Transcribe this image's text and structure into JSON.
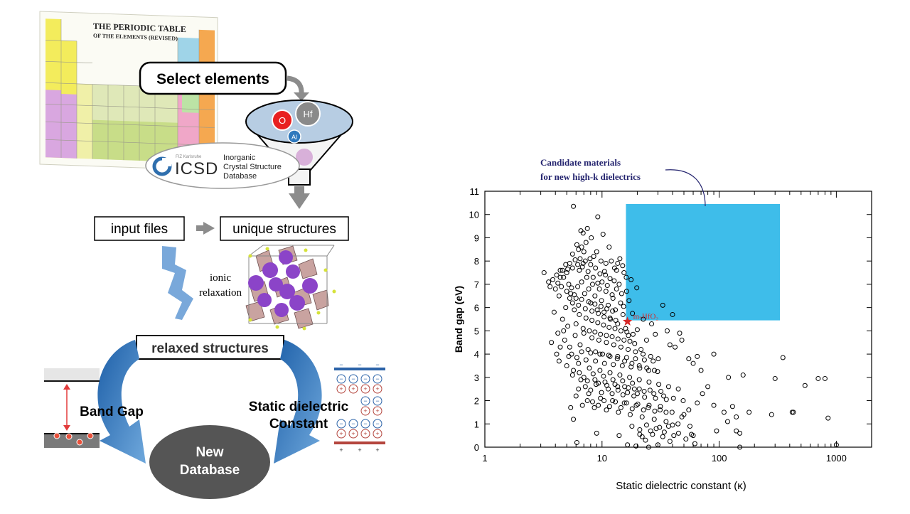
{
  "workflow": {
    "periodic_table_title": "THE PERIODIC TABLE",
    "periodic_table_subtitle": "OF THE ELEMENTS (REVISED)",
    "select_elements": "Select elements",
    "elements": {
      "o": "O",
      "hf": "Hf",
      "al": "Al"
    },
    "icsd_org": "FIZ Karlsruhe",
    "icsd_logo_text": "ICSD",
    "icsd_name": [
      "Inorganic",
      "Crystal Structure",
      "Database"
    ],
    "input_files": "input files",
    "unique_structures": "unique structures",
    "ionic_relaxation": [
      "ionic",
      "relaxation"
    ],
    "relaxed_structures": "relaxed structures",
    "band_gap": "Band Gap",
    "static_dielectric": [
      "Static dielectric",
      "Constant"
    ],
    "new_database": [
      "New",
      "Database"
    ],
    "charge_minus": "−",
    "charge_plus": "+"
  },
  "chart_data": {
    "type": "scatter",
    "xlabel": "Static dielectric constant (κ)",
    "ylabel": "Band gap (eV)",
    "x_scale": "log",
    "xlim": [
      1,
      2000
    ],
    "ylim": [
      0,
      11
    ],
    "x_ticks": [
      "1",
      "10",
      "100",
      "1000"
    ],
    "y_ticks": [
      "0",
      "1",
      "2",
      "3",
      "4",
      "5",
      "6",
      "7",
      "8",
      "9",
      "10",
      "11"
    ],
    "candidate_region": {
      "x": [
        16,
        330
      ],
      "y": [
        5.45,
        10.45
      ],
      "color": "#3ebdea"
    },
    "annotation": [
      "Candidate materials",
      "for new high-k dielectrics"
    ],
    "annotation_color": "#23236e",
    "highlight": {
      "label": "m-HfO₂",
      "x": 16.5,
      "y": 5.4,
      "color": "#d62a2a"
    },
    "grid": false,
    "points": [
      [
        5.7,
        10.35
      ],
      [
        9.2,
        9.9
      ],
      [
        7.5,
        9.4
      ],
      [
        6.6,
        9.3
      ],
      [
        6.9,
        9.2
      ],
      [
        10.2,
        9.15
      ],
      [
        8.1,
        9.0
      ],
      [
        6.1,
        8.7
      ],
      [
        6.3,
        8.5
      ],
      [
        5.6,
        8.3
      ],
      [
        11.5,
        8.6
      ],
      [
        9.0,
        8.4
      ],
      [
        7.9,
        8.1
      ],
      [
        6.9,
        7.9
      ],
      [
        14.2,
        8.1
      ],
      [
        12.8,
        7.7
      ],
      [
        13.3,
        7.6
      ],
      [
        10.7,
        7.4
      ],
      [
        15.4,
        7.5
      ],
      [
        16.1,
        7.3
      ],
      [
        3.2,
        7.5
      ],
      [
        3.5,
        7.1
      ],
      [
        3.8,
        7.2
      ],
      [
        4.1,
        7.4
      ],
      [
        4.4,
        7.6
      ],
      [
        4.7,
        7.3
      ],
      [
        5.0,
        7.5
      ],
      [
        5.2,
        7.0
      ],
      [
        5.4,
        6.6
      ],
      [
        5.6,
        6.2
      ],
      [
        4.9,
        6.0
      ],
      [
        4.3,
        6.5
      ],
      [
        3.9,
        5.8
      ],
      [
        4.6,
        5.5
      ],
      [
        5.1,
        5.2
      ],
      [
        5.8,
        5.9
      ],
      [
        6.0,
        6.4
      ],
      [
        6.2,
        6.9
      ],
      [
        6.4,
        7.6
      ],
      [
        6.7,
        7.1
      ],
      [
        7.1,
        6.6
      ],
      [
        7.4,
        7.3
      ],
      [
        7.7,
        6.8
      ],
      [
        8.0,
        6.2
      ],
      [
        8.3,
        7.0
      ],
      [
        8.7,
        6.5
      ],
      [
        9.1,
        5.9
      ],
      [
        9.5,
        6.8
      ],
      [
        9.9,
        6.3
      ],
      [
        10.4,
        5.8
      ],
      [
        10.8,
        6.7
      ],
      [
        11.3,
        6.1
      ],
      [
        11.8,
        5.5
      ],
      [
        12.4,
        6.4
      ],
      [
        13.0,
        5.9
      ],
      [
        13.6,
        5.3
      ],
      [
        14.4,
        6.2
      ],
      [
        15.1,
        5.7
      ],
      [
        15.9,
        5.1
      ],
      [
        16.8,
        4.8
      ],
      [
        4.2,
        4.9
      ],
      [
        4.8,
        4.6
      ],
      [
        5.3,
        4.3
      ],
      [
        5.9,
        4.8
      ],
      [
        6.5,
        4.4
      ],
      [
        7.0,
        4.9
      ],
      [
        7.6,
        4.2
      ],
      [
        8.2,
        4.7
      ],
      [
        8.8,
        4.1
      ],
      [
        9.4,
        4.6
      ],
      [
        10.1,
        4.0
      ],
      [
        10.9,
        4.5
      ],
      [
        11.7,
        3.9
      ],
      [
        12.6,
        4.4
      ],
      [
        13.5,
        3.8
      ],
      [
        14.5,
        4.3
      ],
      [
        15.6,
        3.7
      ],
      [
        16.7,
        4.2
      ],
      [
        18.0,
        3.6
      ],
      [
        19.3,
        4.1
      ],
      [
        20.8,
        3.5
      ],
      [
        22.4,
        4.0
      ],
      [
        24.1,
        3.4
      ],
      [
        26.0,
        3.9
      ],
      [
        28.0,
        3.3
      ],
      [
        30.2,
        3.8
      ],
      [
        5.0,
        3.5
      ],
      [
        5.6,
        3.1
      ],
      [
        6.3,
        3.6
      ],
      [
        7.0,
        3.0
      ],
      [
        7.8,
        3.4
      ],
      [
        8.7,
        2.9
      ],
      [
        9.6,
        3.3
      ],
      [
        10.6,
        2.8
      ],
      [
        11.7,
        3.2
      ],
      [
        12.9,
        2.7
      ],
      [
        14.2,
        3.1
      ],
      [
        15.6,
        2.6
      ],
      [
        17.2,
        3.0
      ],
      [
        18.9,
        2.5
      ],
      [
        20.8,
        2.9
      ],
      [
        22.9,
        2.4
      ],
      [
        25.2,
        2.8
      ],
      [
        27.7,
        2.3
      ],
      [
        30.5,
        2.7
      ],
      [
        33.6,
        2.2
      ],
      [
        37.0,
        2.6
      ],
      [
        40.7,
        2.1
      ],
      [
        44.8,
        2.5
      ],
      [
        49.3,
        2.0
      ],
      [
        6.0,
        2.2
      ],
      [
        6.8,
        1.8
      ],
      [
        7.7,
        2.3
      ],
      [
        8.6,
        1.7
      ],
      [
        9.7,
        2.1
      ],
      [
        10.9,
        1.6
      ],
      [
        12.3,
        2.0
      ],
      [
        13.8,
        1.5
      ],
      [
        15.5,
        1.9
      ],
      [
        17.4,
        1.4
      ],
      [
        19.6,
        1.8
      ],
      [
        22.0,
        1.3
      ],
      [
        24.8,
        1.7
      ],
      [
        27.9,
        1.2
      ],
      [
        31.3,
        1.6
      ],
      [
        35.2,
        1.1
      ],
      [
        39.6,
        1.5
      ],
      [
        44.5,
        1.0
      ],
      [
        50.0,
        1.4
      ],
      [
        56.3,
        0.9
      ],
      [
        5.4,
        1.7
      ],
      [
        5.7,
        1.2
      ],
      [
        6.1,
        0.2
      ],
      [
        9.0,
        0.6
      ],
      [
        14.0,
        0.5
      ],
      [
        18.0,
        0.9
      ],
      [
        21.0,
        0.55
      ],
      [
        23.5,
        0.3
      ],
      [
        26.0,
        0.7
      ],
      [
        29.0,
        0.8
      ],
      [
        33.0,
        0.45
      ],
      [
        38.0,
        0.25
      ],
      [
        45.0,
        0.6
      ],
      [
        52.0,
        0.35
      ],
      [
        60.0,
        0.5
      ],
      [
        62.0,
        0.15
      ],
      [
        16.5,
        0.1
      ],
      [
        19.5,
        0.05
      ],
      [
        25.0,
        0.0
      ],
      [
        30.0,
        0.1
      ],
      [
        40.0,
        0.95
      ],
      [
        48.0,
        1.3
      ],
      [
        55.0,
        1.6
      ],
      [
        65.0,
        1.9
      ],
      [
        72.0,
        2.3
      ],
      [
        80.0,
        2.6
      ],
      [
        90.0,
        1.8
      ],
      [
        95.0,
        0.7
      ],
      [
        110.0,
        1.5
      ],
      [
        120.0,
        3.0
      ],
      [
        130.0,
        1.75
      ],
      [
        140.0,
        1.3
      ],
      [
        150.0,
        0.6
      ],
      [
        160.0,
        3.1
      ],
      [
        180.0,
        1.5
      ],
      [
        280.0,
        1.4
      ],
      [
        300.0,
        2.95
      ],
      [
        350.0,
        3.85
      ],
      [
        420.0,
        1.5
      ],
      [
        430.0,
        1.5
      ],
      [
        540.0,
        2.65
      ],
      [
        700.0,
        2.95
      ],
      [
        800.0,
        2.95
      ],
      [
        850.0,
        1.25
      ],
      [
        1000.0,
        0.1
      ],
      [
        150.0,
        0.0
      ],
      [
        140.0,
        0.7
      ],
      [
        118.0,
        1.1
      ],
      [
        60.0,
        3.6
      ],
      [
        55.0,
        3.8
      ],
      [
        42.0,
        4.3
      ],
      [
        48.0,
        4.6
      ],
      [
        65.0,
        3.9
      ],
      [
        90.0,
        4.0
      ],
      [
        70.0,
        3.3
      ],
      [
        46.0,
        4.9
      ],
      [
        38.0,
        4.4
      ],
      [
        36.0,
        5.0
      ],
      [
        33.0,
        6.1
      ],
      [
        40.0,
        5.7
      ],
      [
        28.5,
        4.85
      ],
      [
        26.5,
        5.3
      ],
      [
        24.0,
        4.6
      ],
      [
        22.5,
        5.5
      ],
      [
        20.0,
        5.05
      ],
      [
        21.5,
        4.2
      ],
      [
        19.0,
        4.45
      ],
      [
        18.2,
        5.75
      ],
      [
        19.8,
        6.85
      ],
      [
        17.7,
        7.2
      ],
      [
        17.0,
        6.3
      ],
      [
        16.2,
        6.7
      ],
      [
        15.3,
        6.05
      ],
      [
        14.7,
        6.6
      ],
      [
        14.0,
        7.0
      ],
      [
        13.3,
        6.8
      ],
      [
        12.7,
        7.15
      ],
      [
        12.2,
        6.55
      ],
      [
        11.7,
        7.25
      ],
      [
        11.1,
        6.95
      ],
      [
        10.5,
        7.55
      ],
      [
        10.0,
        7.1
      ],
      [
        9.6,
        7.45
      ],
      [
        9.2,
        7.05
      ],
      [
        8.8,
        7.7
      ],
      [
        8.4,
        7.3
      ],
      [
        8.0,
        7.85
      ],
      [
        7.6,
        7.55
      ],
      [
        7.2,
        8.0
      ],
      [
        6.8,
        7.75
      ],
      [
        6.5,
        8.1
      ],
      [
        6.2,
        7.85
      ],
      [
        5.9,
        8.05
      ],
      [
        5.6,
        7.7
      ],
      [
        5.3,
        7.9
      ],
      [
        5.1,
        7.65
      ],
      [
        4.9,
        7.85
      ],
      [
        4.6,
        7.6
      ],
      [
        4.4,
        7.3
      ],
      [
        4.2,
        7.05
      ],
      [
        6.0,
        5.3
      ],
      [
        6.4,
        5.7
      ],
      [
        6.9,
        5.1
      ],
      [
        7.3,
        5.55
      ],
      [
        7.8,
        5.0
      ],
      [
        8.2,
        5.45
      ],
      [
        8.7,
        4.95
      ],
      [
        9.2,
        5.35
      ],
      [
        9.7,
        4.85
      ],
      [
        10.3,
        5.25
      ],
      [
        10.9,
        4.8
      ],
      [
        11.5,
        5.15
      ],
      [
        12.2,
        4.75
      ],
      [
        12.9,
        5.1
      ],
      [
        13.7,
        4.65
      ],
      [
        14.5,
        5.0
      ],
      [
        15.4,
        4.6
      ],
      [
        16.3,
        4.95
      ],
      [
        17.3,
        4.55
      ],
      [
        18.4,
        4.85
      ],
      [
        5.5,
        4.0
      ],
      [
        6.1,
        3.85
      ],
      [
        6.7,
        4.1
      ],
      [
        7.3,
        3.75
      ],
      [
        8.0,
        4.05
      ],
      [
        8.8,
        3.7
      ],
      [
        9.6,
        4.0
      ],
      [
        10.5,
        3.6
      ],
      [
        11.4,
        3.95
      ],
      [
        12.5,
        3.55
      ],
      [
        13.6,
        3.9
      ],
      [
        14.9,
        3.5
      ],
      [
        16.2,
        3.85
      ],
      [
        17.7,
        3.45
      ],
      [
        19.3,
        3.8
      ],
      [
        21.0,
        3.4
      ],
      [
        23.0,
        3.75
      ],
      [
        25.0,
        3.3
      ],
      [
        27.3,
        3.7
      ],
      [
        29.8,
        3.25
      ],
      [
        7.2,
        2.6
      ],
      [
        8.0,
        2.45
      ],
      [
        8.9,
        2.7
      ],
      [
        9.9,
        2.35
      ],
      [
        11.0,
        2.65
      ],
      [
        12.2,
        2.3
      ],
      [
        13.6,
        2.6
      ],
      [
        15.1,
        2.25
      ],
      [
        16.8,
        2.55
      ],
      [
        18.7,
        2.2
      ],
      [
        20.8,
        2.5
      ],
      [
        23.1,
        2.15
      ],
      [
        25.7,
        2.45
      ],
      [
        28.6,
        2.1
      ],
      [
        31.8,
        2.4
      ],
      [
        35.4,
        2.05
      ],
      [
        8.3,
        1.95
      ],
      [
        9.3,
        1.8
      ],
      [
        10.4,
        2.0
      ],
      [
        11.6,
        1.75
      ],
      [
        13.0,
        1.95
      ],
      [
        14.5,
        1.7
      ],
      [
        16.2,
        1.9
      ],
      [
        18.1,
        1.65
      ],
      [
        20.2,
        1.85
      ],
      [
        22.6,
        1.6
      ],
      [
        25.2,
        1.8
      ],
      [
        28.2,
        1.55
      ],
      [
        31.5,
        1.75
      ],
      [
        35.2,
        1.5
      ],
      [
        21.0,
        0.75
      ],
      [
        22.0,
        0.45
      ],
      [
        24.0,
        0.95
      ],
      [
        27.0,
        0.55
      ],
      [
        31.0,
        0.85
      ],
      [
        34.0,
        0.65
      ],
      [
        37.0,
        0.9
      ],
      [
        41.0,
        0.5
      ],
      [
        58.0,
        0.55
      ],
      [
        7.0,
        8.4
      ],
      [
        7.3,
        8.8
      ],
      [
        6.7,
        8.6
      ],
      [
        8.5,
        8.2
      ],
      [
        9.8,
        8.0
      ],
      [
        10.8,
        7.9
      ],
      [
        12.0,
        8.0
      ],
      [
        13.6,
        7.9
      ],
      [
        15.0,
        7.8
      ],
      [
        3.6,
        6.9
      ],
      [
        4.0,
        6.8
      ],
      [
        4.5,
        6.9
      ],
      [
        5.0,
        6.7
      ],
      [
        5.5,
        6.85
      ],
      [
        5.3,
        6.4
      ],
      [
        5.8,
        6.55
      ],
      [
        6.3,
        6.1
      ],
      [
        6.7,
        6.35
      ],
      [
        7.2,
        5.95
      ],
      [
        7.7,
        6.25
      ],
      [
        8.2,
        5.85
      ],
      [
        8.7,
        6.15
      ],
      [
        9.3,
        5.75
      ],
      [
        9.8,
        6.05
      ],
      [
        10.4,
        5.6
      ],
      [
        11.0,
        5.95
      ],
      [
        11.7,
        5.55
      ],
      [
        12.3,
        5.85
      ],
      [
        13.1,
        5.45
      ],
      [
        4.7,
        5.0
      ],
      [
        4.4,
        4.3
      ],
      [
        4.1,
        4.0
      ],
      [
        3.7,
        4.5
      ],
      [
        4.3,
        3.7
      ],
      [
        5.2,
        3.9
      ],
      [
        5.7,
        3.3
      ],
      [
        6.4,
        3.2
      ],
      [
        7.5,
        2.85
      ],
      [
        8.4,
        3.15
      ],
      [
        9.3,
        2.75
      ],
      [
        10.3,
        3.05
      ],
      [
        11.3,
        2.5
      ],
      [
        12.4,
        2.9
      ],
      [
        13.7,
        2.45
      ],
      [
        15.0,
        2.85
      ],
      [
        16.5,
        2.35
      ],
      [
        18.2,
        2.75
      ],
      [
        20.0,
        2.3
      ],
      [
        6.6,
        2.9
      ],
      [
        6.3,
        2.5
      ],
      [
        7.5,
        2.0
      ]
    ]
  }
}
